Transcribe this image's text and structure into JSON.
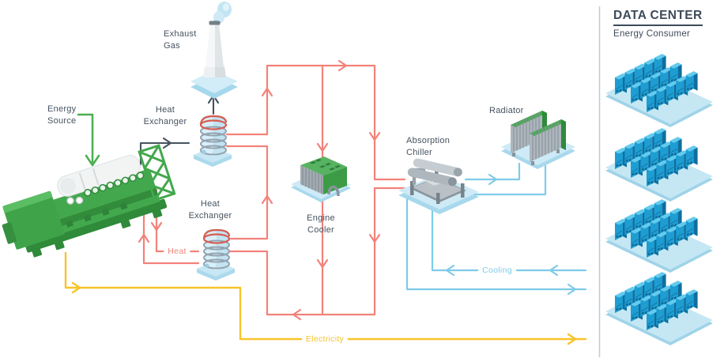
{
  "diagram_title": {
    "heading": "DATA CENTER",
    "subheading": "Energy Consumer"
  },
  "nodes": {
    "energy_source": {
      "label": "Energy\nSource"
    },
    "exhaust_gas": {
      "label": "Exhaust\nGas"
    },
    "heat_exchanger_top": {
      "label": "Heat\nExchanger"
    },
    "heat_exchanger_bottom": {
      "label": "Heat\nExchanger"
    },
    "engine_cooler": {
      "label": "Engine\nCooler"
    },
    "absorption_chiller": {
      "label": "Absorption\nChiller"
    },
    "radiator": {
      "label": "Radiator"
    }
  },
  "flow_labels": {
    "heat": "Heat",
    "cooling": "Cooling",
    "electricity": "Electricity"
  },
  "icons": {
    "engine": "gas-engine-generator-illustration",
    "chimney": "exhaust-stack-illustration",
    "heat_exchanger": "coil-tower-heat-exchanger-illustration",
    "engine_cooler": "engine-cooler-unit-illustration",
    "absorption_chiller": "absorption-chiller-unit-illustration",
    "radiator": "radiator-panels-illustration",
    "server_rack_cluster": "server-rack-cluster-illustration"
  },
  "colors": {
    "heat_line": "#F2827A",
    "cooling_line": "#7ECBE8",
    "electricity_line": "#F8C32B",
    "exhaust_line": "#46525F",
    "energy_source_arrow": "#4BAE50",
    "label_text": "#46525F",
    "data_center_text": "#3D4A5A",
    "divider": "#C6CBD0",
    "platform_blue": "#CDEAF6",
    "server_blue": "#1E9DD2",
    "machine_green": "#43A84D"
  }
}
